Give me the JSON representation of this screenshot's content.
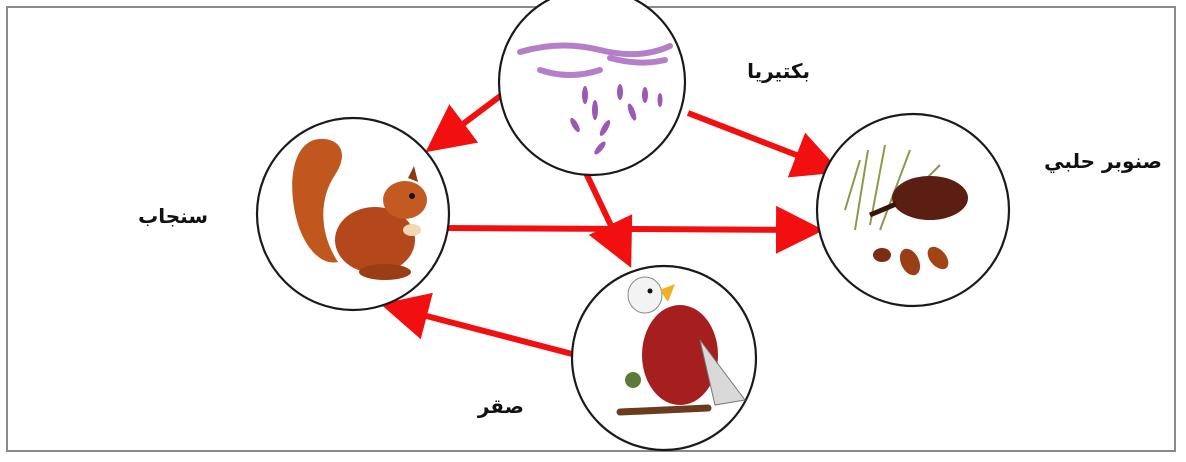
{
  "diagram": {
    "nodes": {
      "bacteria": {
        "label": "بكتيريا",
        "icon": "bacteria-icon"
      },
      "pine": {
        "label": "صنوبر حلبي",
        "icon": "pine-cone-icon"
      },
      "squirrel": {
        "label": "سنجاب",
        "icon": "squirrel-icon"
      },
      "eagle": {
        "label": "صقر",
        "icon": "eagle-icon"
      }
    },
    "edges": [
      {
        "from": "bacteria",
        "to": "squirrel"
      },
      {
        "from": "bacteria",
        "to": "pine"
      },
      {
        "from": "bacteria",
        "to": "eagle"
      },
      {
        "from": "squirrel",
        "to": "pine"
      },
      {
        "from": "eagle",
        "to": "squirrel"
      }
    ],
    "colors": {
      "arrow": "#f20f0f",
      "circle_stroke": "#1a1a1a",
      "frame": "#8a8a8a"
    }
  }
}
